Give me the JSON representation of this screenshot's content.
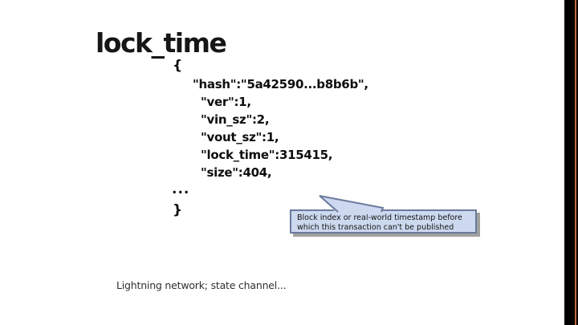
{
  "slide": {
    "title": "lock_time",
    "footnote": "Lightning network; state channel..."
  },
  "code": {
    "open_brace": "{",
    "lines": [
      "\"hash\":\"5a42590...b8b6b\",",
      "\"ver\":1,",
      "\"vin_sz\":2,",
      "\"vout_sz\":1,",
      "\"lock_time\":315415,",
      "\"size\":404,"
    ],
    "ellipsis": "...",
    "close_brace": "}"
  },
  "callout": {
    "line1": "Block index or real-world timestamp before",
    "line2": "which this transaction can't be published",
    "fill_color": "#ccd9ef",
    "border_color": "#6b7a9b"
  },
  "decor": {
    "edge_bar_color": "#010101",
    "edge_accent_color": "#c06a3f"
  }
}
